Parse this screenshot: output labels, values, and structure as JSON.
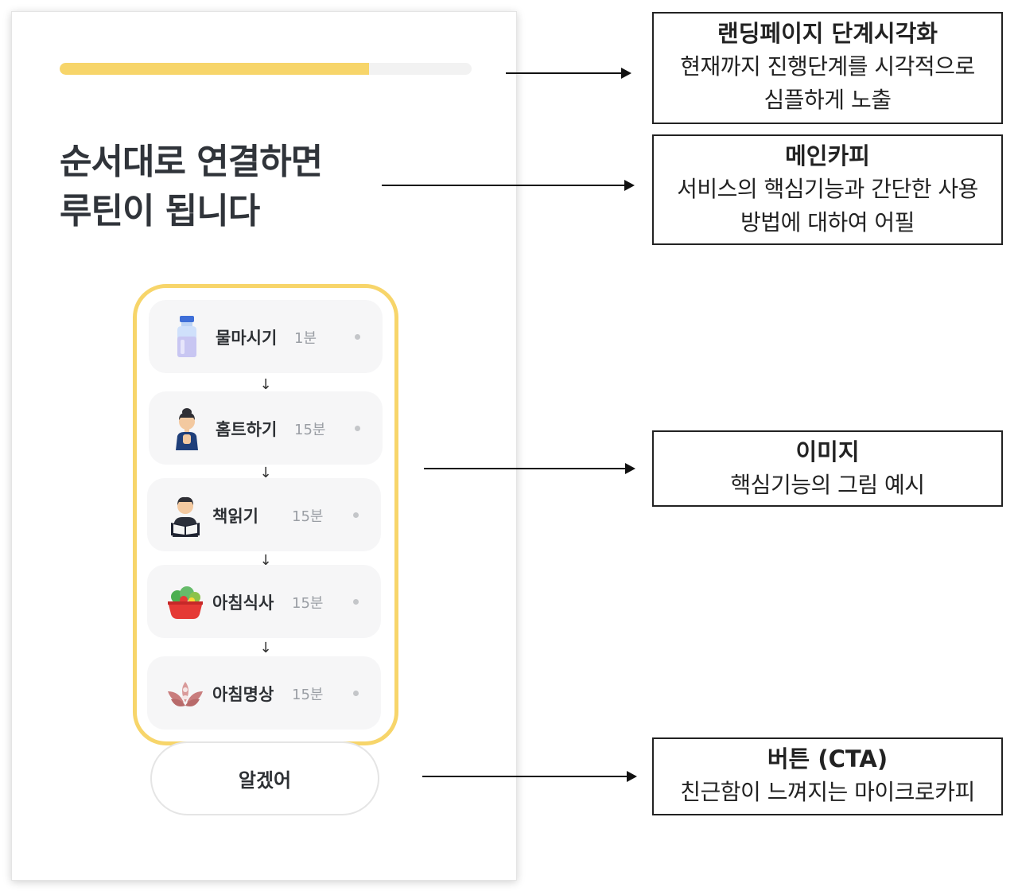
{
  "screen": {
    "progress_percent": 75,
    "headline_lines": [
      "순서대로 연결하면",
      "루틴이 됩니다"
    ],
    "routine": [
      {
        "icon": "water-bottle-icon",
        "name": "물마시기",
        "duration": "1분"
      },
      {
        "icon": "home-workout-person-icon",
        "name": "홈트하기",
        "duration": "15분"
      },
      {
        "icon": "reading-person-icon",
        "name": "책읽기",
        "duration": "15분"
      },
      {
        "icon": "salad-bowl-icon",
        "name": "아침식사",
        "duration": "15분"
      },
      {
        "icon": "meditation-lotus-icon",
        "name": "아침명상",
        "duration": "15분"
      }
    ],
    "flow_arrow": "↓",
    "cta_label": "알겠어"
  },
  "annotations": [
    {
      "title": "랜딩페이지 단계시각화",
      "lines": [
        "현재까지 진행단계를 시각적으로",
        "심플하게 노출"
      ]
    },
    {
      "title": "메인카피",
      "lines": [
        "서비스의 핵심기능과 간단한 사용",
        "방법에 대하여 어필"
      ]
    },
    {
      "title": "이미지",
      "lines": [
        "핵심기능의 그림 예시"
      ]
    },
    {
      "title": "버튼 (CTA)",
      "lines": [
        "친근함이 느껴지는 마이크로카피"
      ]
    }
  ],
  "colors": {
    "accent_yellow": "#f7d56a",
    "card_bg": "#f6f6f7",
    "text_dark": "#2e3135",
    "muted": "#9a9ea4"
  }
}
